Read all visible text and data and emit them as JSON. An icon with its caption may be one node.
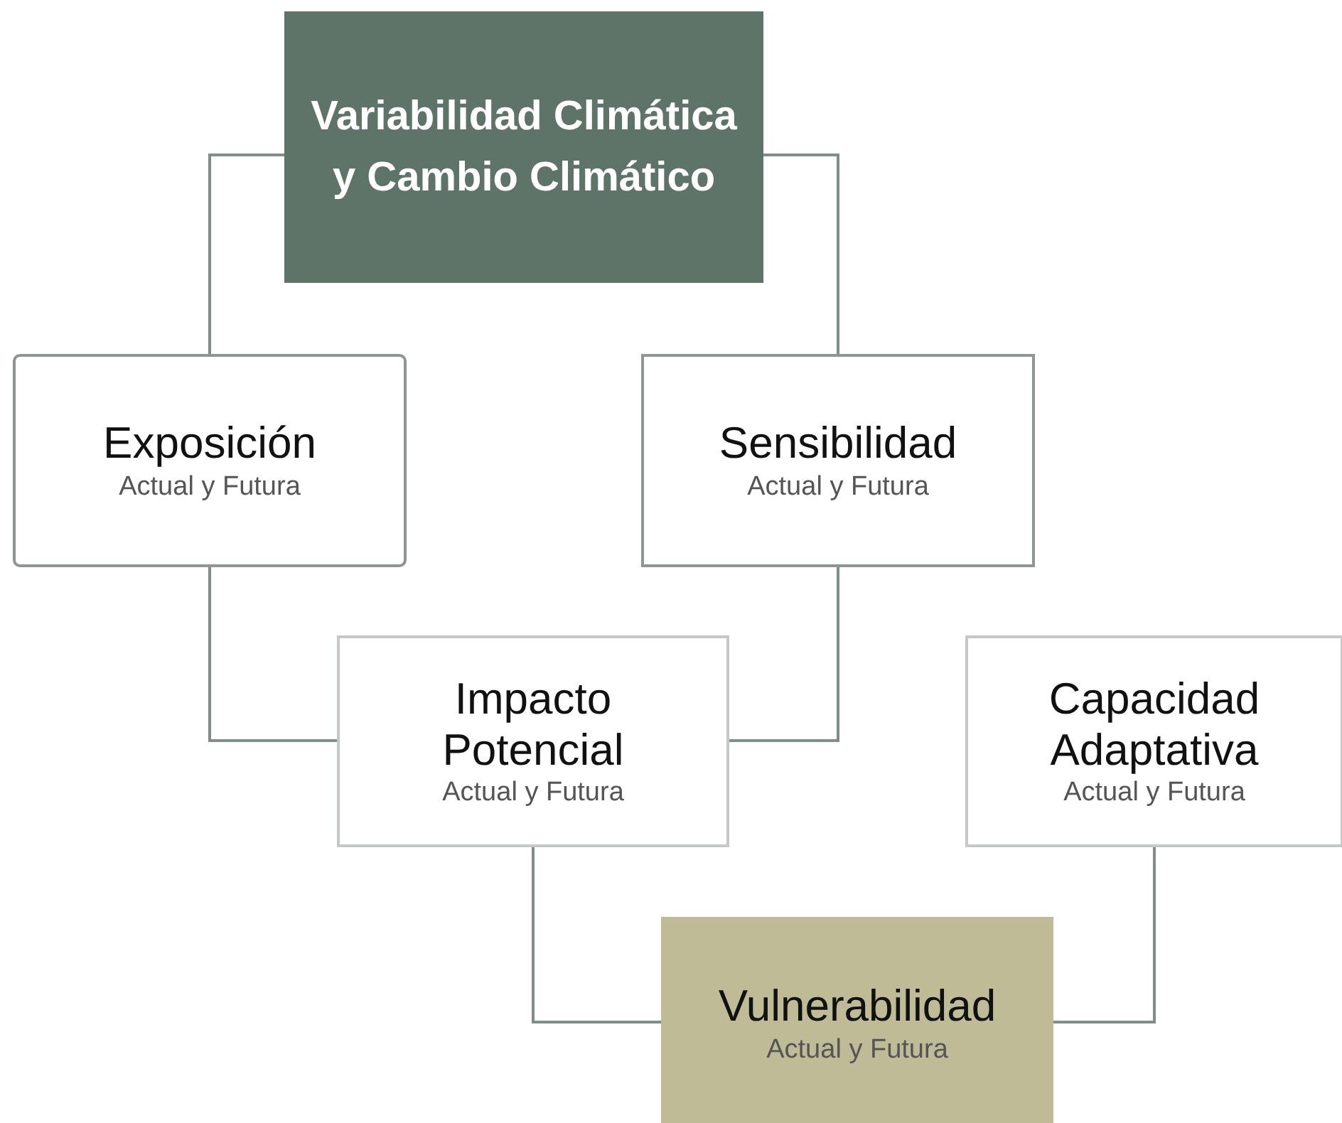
{
  "diagram": {
    "nodes": [
      {
        "text": [
          "Variabilidad Climática y Cambio Climático"
        ]
      },
      {
        "text": [
          "Exposición",
          "Actual y Futura"
        ]
      },
      {
        "text": [
          "Sensibilidad",
          "Actual y Futura"
        ]
      },
      {
        "text": [
          "Impacto Potencial",
          "Actual y Futura"
        ]
      },
      {
        "text": [
          "Capacidad Adaptativa",
          "Actual y Futura"
        ]
      },
      {
        "text": [
          "Vulnerabilidad",
          "Actual y Futura"
        ]
      }
    ],
    "edges": [
      {
        "from": 0,
        "to": 1,
        "arrow": "none"
      },
      {
        "from": 0,
        "to": 2,
        "arrow": "none"
      },
      {
        "from": 1,
        "to": 3,
        "arrow": "none"
      },
      {
        "from": 2,
        "to": 3,
        "arrow": "none"
      },
      {
        "from": 3,
        "to": 5,
        "arrow": "none"
      },
      {
        "from": 4,
        "to": 5,
        "arrow": "none"
      }
    ]
  }
}
